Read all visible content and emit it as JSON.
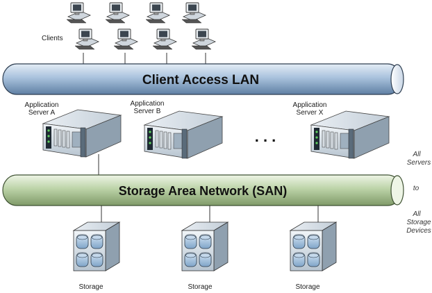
{
  "clients_label": "Clients",
  "lan_label": "Client Access LAN",
  "san_label": "Storage Area Network (SAN)",
  "servers": [
    {
      "line1": "Application",
      "line2": "Server A"
    },
    {
      "line1": "Application",
      "line2": "Server B"
    },
    {
      "line1": "Application",
      "line2": "Server X"
    }
  ],
  "ellipsis": ". . .",
  "side_note": [
    "All",
    "Servers",
    "to",
    "All",
    "Storage",
    "Devices"
  ],
  "storage_label": "Storage",
  "colors": {
    "lan_pipe": "#a9c2dd",
    "san_pipe": "#bcd3a8",
    "server_body": "#dfe7ee",
    "storage_body": "#dfe7ee",
    "disk": "#a9c6e2"
  }
}
